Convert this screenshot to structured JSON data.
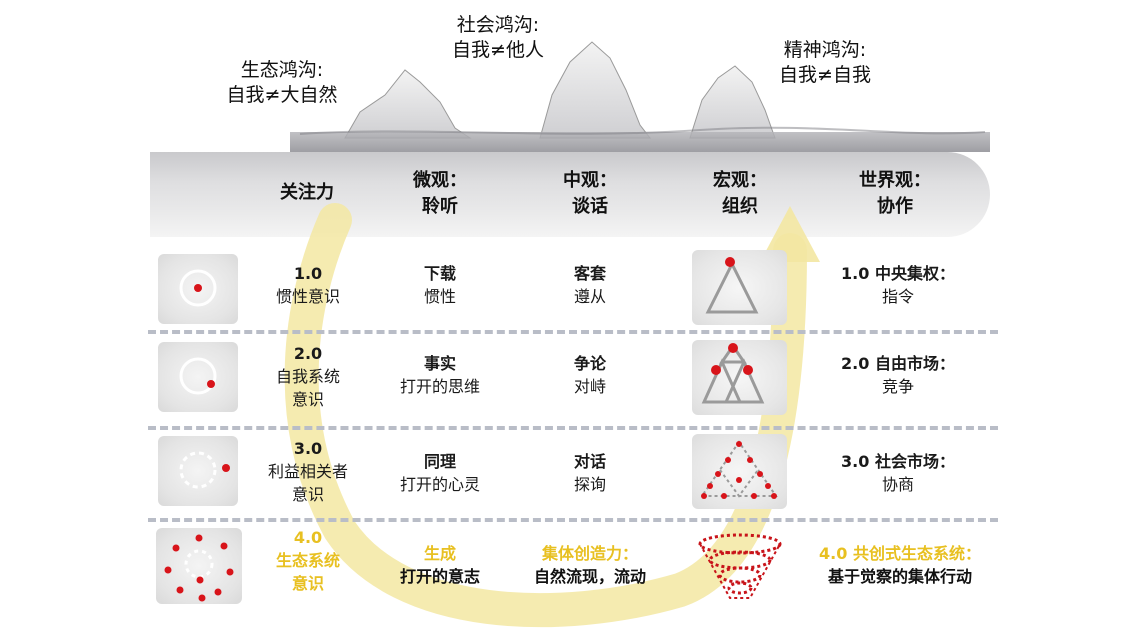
{
  "titles": {
    "ecological": [
      "生态鸿沟:",
      "自我≠大自然"
    ],
    "social": [
      "社会鸿沟:",
      "自我≠他人"
    ],
    "spiritual": [
      "精神鸿沟:",
      "自我≠自我"
    ]
  },
  "header": {
    "attention": "关注力",
    "micro": [
      "微观：",
      "聆听"
    ],
    "meso": [
      "中观：",
      "谈话"
    ],
    "macro": [
      "宏观：",
      "组织"
    ],
    "mundo": [
      "世界观：",
      "协作"
    ]
  },
  "rows": [
    {
      "attention": [
        "1.0",
        "惯性意识"
      ],
      "micro": [
        "下载",
        "惯性"
      ],
      "meso": [
        "客套",
        "遵从"
      ],
      "mundo": [
        "1.0 中央集权：",
        "指令"
      ]
    },
    {
      "attention": [
        "2.0",
        "自我系统",
        "意识"
      ],
      "micro": [
        "事实",
        "打开的思维"
      ],
      "meso": [
        "争论",
        "对峙"
      ],
      "mundo": [
        "2.0 自由市场：",
        "竞争"
      ]
    },
    {
      "attention": [
        "3.0",
        "利益相关者",
        "意识"
      ],
      "micro": [
        "同理",
        "打开的心灵"
      ],
      "meso": [
        "对话",
        "探询"
      ],
      "mundo": [
        "3.0 社会市场：",
        "协商"
      ]
    },
    {
      "attention": [
        "4.0",
        "生态系统",
        "意识"
      ],
      "micro": [
        "生成",
        "打开的意志"
      ],
      "meso": [
        "集体创造力：",
        "自然流现，流动"
      ],
      "mundo": [
        "4.0 共创式生态系统：",
        "基于觉察的集体行动"
      ]
    }
  ],
  "colors": {
    "accent_gold": "#e8c021",
    "dot_red": "#d8141a",
    "separator": "#b9bdc7"
  },
  "icons": [
    "circle-dot-icon",
    "circle-edge-dot-icon",
    "dashed-circle-dot-icon",
    "dashed-circle-many-dots-icon",
    "triangle-icon",
    "twin-triangle-icon",
    "triangle-network-icon",
    "spiral-funnel-icon",
    "iceberg-icon",
    "u-arrow-icon"
  ]
}
